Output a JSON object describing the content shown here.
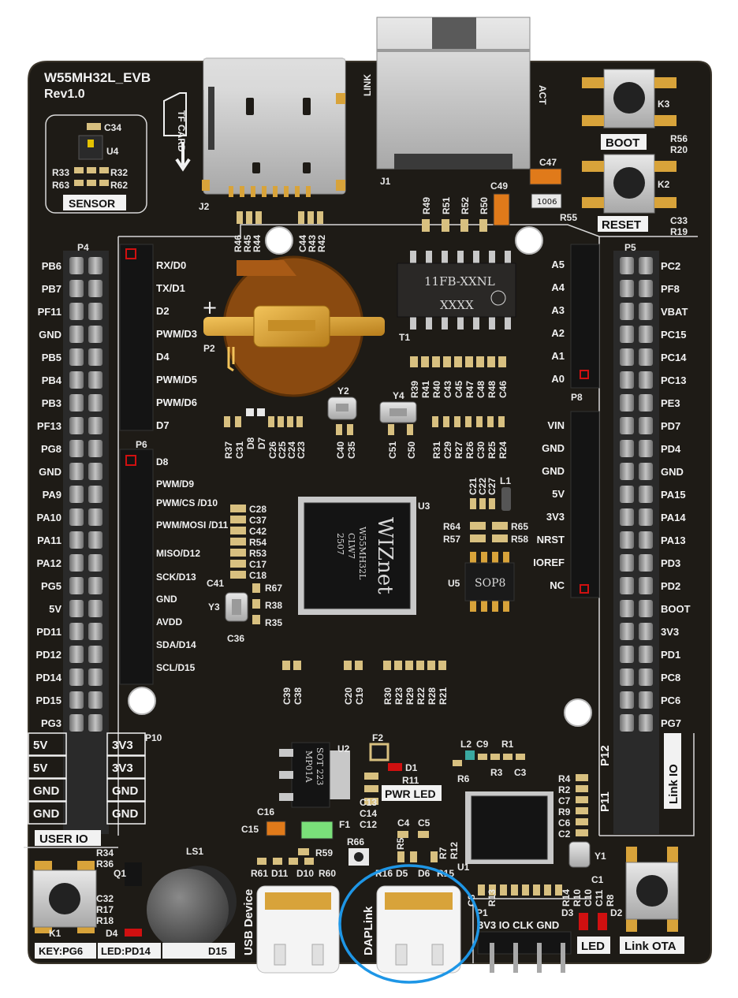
{
  "board": {
    "name": "W55MH32L_EVB",
    "rev": "Rev1.0"
  },
  "colors": {
    "pcb": "#1e1b16",
    "silkscreen": "#f2f2f2",
    "header_pin": "#9a9a9a",
    "gold": "#d8a33a",
    "highlight_circle": "#1e96e6"
  },
  "labels": {
    "sensor": "SENSOR",
    "tf_card": "TF CARD",
    "boot": "BOOT",
    "reset": "RESET",
    "user_io": "USER IO",
    "pwr_led": "PWR LED",
    "led": "LED",
    "link_ota": "Link OTA",
    "link_io": "Link IO",
    "key_pg6": "KEY:PG6",
    "led_pd14": "LED:PD14",
    "buzzer_partial": "D15",
    "usb_device": "USB Device",
    "daplink": "DAPLink",
    "link": "LINK",
    "act": "ACT",
    "p1_pins": "3V3  IO  CLK  GND"
  },
  "chips": {
    "mcu": {
      "line1": "WIZnet",
      "line2": "W55MH32L",
      "line3": "CLW7",
      "line4": "2507"
    },
    "magnetics": {
      "line1": "11FB-XXNL",
      "line2": "XXXX"
    },
    "u5": "SOP8",
    "u2": {
      "line1": "SOT 223",
      "line2": "MP01A"
    },
    "r55_val": "1006"
  },
  "designators": {
    "p2": "P2",
    "u3": "U3",
    "u1": "U1",
    "u2": "U2",
    "u4": "U4",
    "u5": "U5",
    "t1": "T1",
    "j1": "J1",
    "j2": "J2",
    "y1": "Y1",
    "y2": "Y2",
    "y3": "Y3",
    "y4": "Y4",
    "p4": "P4",
    "p5": "P5",
    "p6": "P6",
    "p8": "P8",
    "p10": "P10",
    "p11": "P11",
    "p12": "P12",
    "p1": "P1",
    "k1": "K1",
    "k2": "K2",
    "k3": "K3",
    "ls1": "LS1",
    "q1": "Q1",
    "f1": "F1",
    "f2": "F2",
    "l1": "L1",
    "l2": "L2",
    "d1": "D1",
    "d2": "D2",
    "d3": "D3",
    "d4": "D4"
  },
  "p4_left_pins": [
    "PB6",
    "PB7",
    "PF11",
    "GND",
    "PB5",
    "PB4",
    "PB3",
    "PF13",
    "PG8",
    "GND",
    "PA9",
    "PA10",
    "PA11",
    "PA12",
    "PG5",
    "5V",
    "PD11",
    "PD12",
    "PD14",
    "PD15",
    "PG3"
  ],
  "p6_top_labels": [
    "RX/D0",
    "TX/D1",
    "D2",
    "PWM/D3",
    "D4",
    "PWM/D5",
    "PWM/D6",
    "D7"
  ],
  "p6_bottom_labels": [
    "D8",
    "PWM/D9",
    "PWM/CS /D10",
    "PWM/MOSI /D11",
    "MISO/D12",
    "SCK/D13",
    "GND",
    "AVDD",
    "SDA/D14",
    "SCL/D15"
  ],
  "p5_right_pins": [
    "PC2",
    "PF8",
    "VBAT",
    "PC15",
    "PC14",
    "PC13",
    "PE3",
    "PD7",
    "PD4",
    "GND",
    "PA15",
    "PA14",
    "PA13",
    "PD3",
    "PD2",
    "BOOT",
    "3V3",
    "PD1",
    "PC8",
    "PC6",
    "PG7"
  ],
  "analog_labels": [
    "A5",
    "A4",
    "A3",
    "A2",
    "A1",
    "A0"
  ],
  "power_labels": [
    "VIN",
    "GND",
    "GND",
    "5V",
    "3V3",
    "NRST",
    "IOREF",
    "NC"
  ],
  "user_io_grid": [
    [
      "5V",
      "3V3"
    ],
    [
      "5V",
      "3V3"
    ],
    [
      "GND",
      "GND"
    ],
    [
      "GND",
      "GND"
    ]
  ],
  "refs": {
    "c34": "C34",
    "r33": "R33",
    "r32": "R32",
    "r63": "R63",
    "r62": "R62",
    "r56": "R56",
    "r20": "R20",
    "r33b": "C33",
    "r19": "R19",
    "c47": "C47",
    "c49": "C49",
    "r55": "R55",
    "r49": "R49",
    "r51": "R51",
    "r52": "R52",
    "r50": "R50",
    "r46": "R46",
    "r45": "R45",
    "r44": "R44",
    "c44": "C44",
    "r43": "R43",
    "r42": "R42",
    "r64": "R64",
    "r65": "R65",
    "r57": "R57",
    "r58": "R58",
    "c41": "C41",
    "r67": "R67",
    "r38": "R38",
    "r35": "R35",
    "c36": "C36",
    "c28": "C28",
    "c37": "C37",
    "c42": "C42",
    "r54": "R54",
    "r53": "R53",
    "c17": "C17",
    "c18": "C18",
    "c39": "C39",
    "c38": "C38",
    "c20": "C20",
    "c19": "C19",
    "r30": "R30",
    "r23": "R23",
    "r29": "R29",
    "r22": "R22",
    "r28": "R28",
    "r21": "R21",
    "c51": "C51",
    "c50": "C50",
    "c40": "C40",
    "c35": "C35",
    "r37": "R37",
    "c31": "C31",
    "d8": "D8",
    "d7": "D7",
    "c26": "C26",
    "c25": "C25",
    "c24": "C24",
    "c23": "C23",
    "r31": "R31",
    "c29": "C29",
    "r27": "R27",
    "r26": "R26",
    "c30": "C30",
    "r25": "R25",
    "r24": "R24",
    "c21": "C21",
    "c22": "C22",
    "c27": "C27",
    "r39": "R39",
    "r41": "R41",
    "r40": "R40",
    "c43": "C43",
    "c45": "C45",
    "r47": "R47",
    "c48": "C48",
    "r48": "R48",
    "c46": "C46",
    "c16": "C16",
    "c15": "C15",
    "r11": "R11",
    "c13": "C13",
    "c14": "C14",
    "c12": "C12",
    "c9": "C9",
    "r1": "R1",
    "r6": "R6",
    "r3": "R3",
    "c3": "C3",
    "r4": "R4",
    "r2": "R2",
    "c7": "C7",
    "r9": "R9",
    "c6": "C6",
    "c2": "C2",
    "c1": "C1",
    "r66": "R66",
    "r59": "R59",
    "c4": "C4",
    "c5": "C5",
    "r5": "R5",
    "r7": "R7",
    "r12": "R12",
    "r61": "R61",
    "d11": "D11",
    "d10": "D10",
    "r60": "R60",
    "r16": "R16",
    "d5": "D5",
    "d6": "D6",
    "r15": "R15",
    "r34": "R34",
    "r36": "R36",
    "c32": "C32",
    "r17": "R17",
    "r18": "R18",
    "c8": "C8",
    "r13": "R13",
    "r14": "R14",
    "r10": "R10",
    "c10": "C10",
    "c11": "C11",
    "r8": "R8"
  }
}
